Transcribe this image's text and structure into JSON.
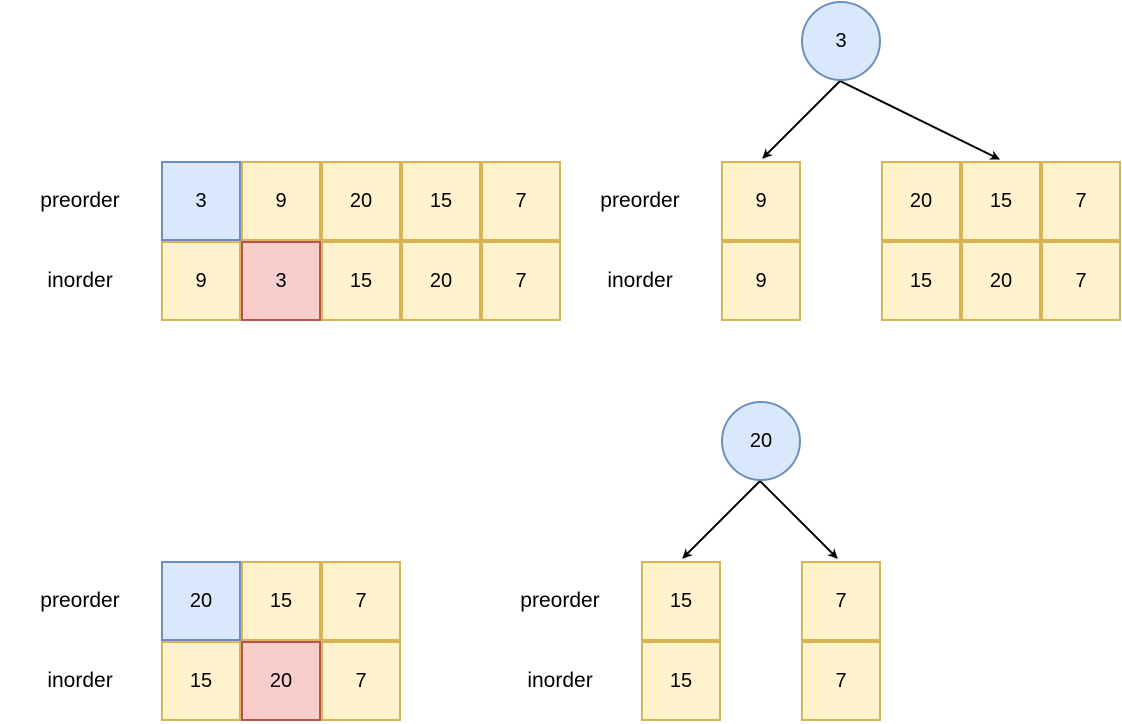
{
  "labels": {
    "preorder": "preorder",
    "inorder": "inorder"
  },
  "step1": {
    "preorder": [
      "3",
      "9",
      "20",
      "15",
      "7"
    ],
    "inorder": [
      "9",
      "3",
      "15",
      "20",
      "7"
    ]
  },
  "tree1": {
    "root": "3",
    "left": {
      "preorder": [
        "9"
      ],
      "inorder": [
        "9"
      ]
    },
    "right": {
      "preorder": [
        "20",
        "15",
        "7"
      ],
      "inorder": [
        "15",
        "20",
        "7"
      ]
    }
  },
  "step2": {
    "preorder": [
      "20",
      "15",
      "7"
    ],
    "inorder": [
      "15",
      "20",
      "7"
    ]
  },
  "tree2": {
    "root": "20",
    "left": {
      "preorder": [
        "15"
      ],
      "inorder": [
        "15"
      ]
    },
    "right": {
      "preorder": [
        "7"
      ],
      "inorder": [
        "7"
      ]
    }
  },
  "colors": {
    "cell_fill": "#fff2cc",
    "cell_border": "#d6b656",
    "root_preorder_fill": "#dae8fc",
    "root_preorder_border": "#6c8ebf",
    "root_inorder_fill": "#f8cecc",
    "root_inorder_border": "#b85450",
    "edge": "#000000"
  }
}
